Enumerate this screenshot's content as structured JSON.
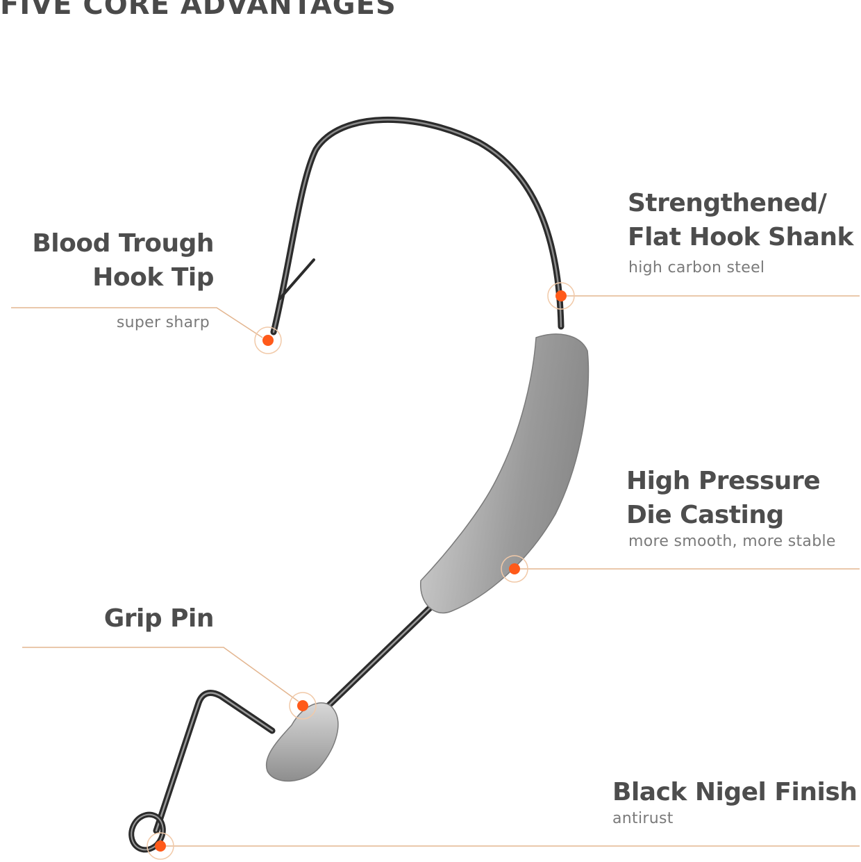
{
  "title": "FIVE CORE ADVANTAGES",
  "colors": {
    "heading": "#4a4a4a",
    "label": "#4d4d4d",
    "sublabel": "#7a7a7a",
    "leader_line": "#e3b58f",
    "marker": "#ff5a1a"
  },
  "features": {
    "hook_tip": {
      "lines": [
        "Blood Trough",
        "Hook Tip"
      ],
      "sub": "super sharp"
    },
    "hook_shank": {
      "lines": [
        "Strengthened/",
        "Flat Hook Shank"
      ],
      "sub": "high carbon steel"
    },
    "die_casting": {
      "lines": [
        "High Pressure",
        "Die Casting"
      ],
      "sub": "more smooth, more stable"
    },
    "grip_pin": {
      "lines": [
        "Grip Pin"
      ],
      "sub": ""
    },
    "finish": {
      "lines": [
        "Black Nigel Finish"
      ],
      "sub": "antirust"
    }
  }
}
